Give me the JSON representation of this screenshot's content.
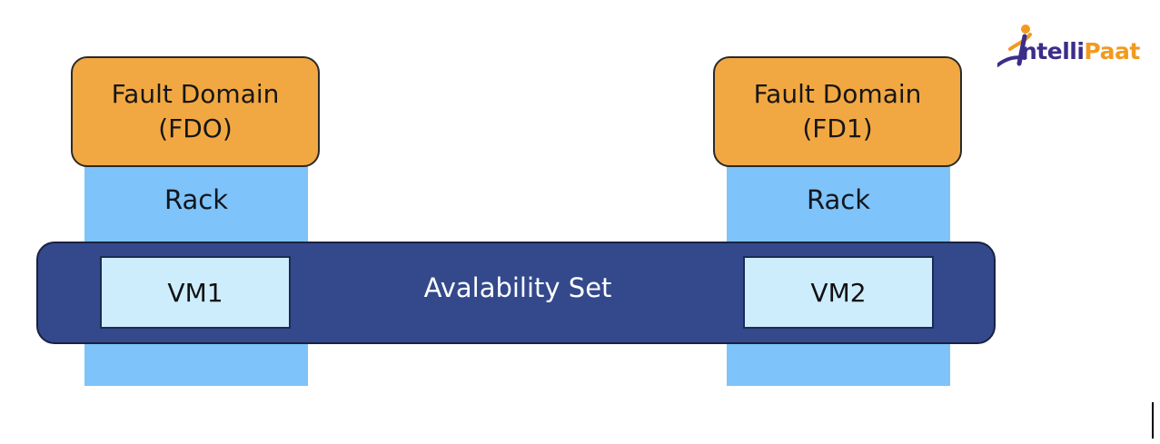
{
  "colors": {
    "fault_domain_fill": "#f2a842",
    "rack_fill": "#7ec3f9",
    "availability_set_fill": "#33498c",
    "vm_fill": "#cdedfc",
    "logo_purple": "#3b2d8a",
    "logo_orange": "#f29a1f"
  },
  "fault_domains": [
    {
      "line1": "Fault Domain",
      "line2": "(FDO)"
    },
    {
      "line1": "Fault Domain",
      "line2": "(FD1)"
    }
  ],
  "racks": [
    {
      "label": "Rack"
    },
    {
      "label": "Rack"
    }
  ],
  "vms": [
    {
      "label": "VM1"
    },
    {
      "label": "VM2"
    }
  ],
  "availability_set": {
    "label": "Avalability Set"
  },
  "logo": {
    "prefix": "ntelli",
    "accent": "Paat",
    "icon": "intellipaat-runner-icon"
  }
}
